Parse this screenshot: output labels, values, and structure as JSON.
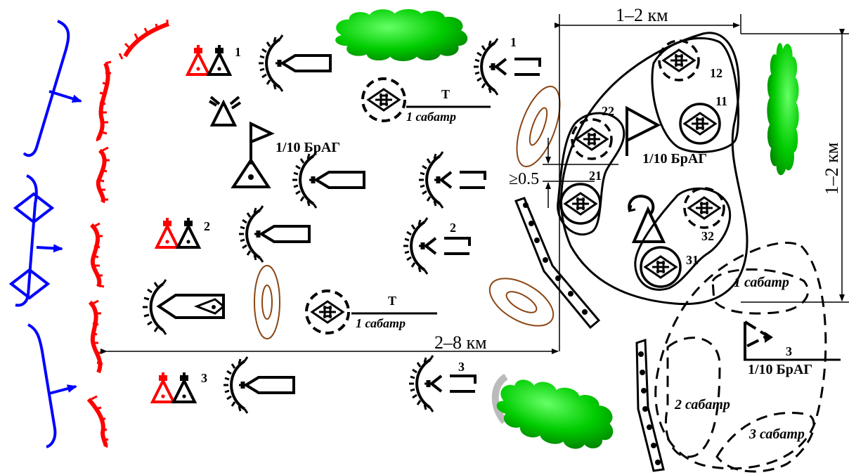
{
  "colors": {
    "own": "#0000ff",
    "enemy": "#ff0000",
    "black": "#000000",
    "forest": "#00cc00",
    "forest_shadow": "#666666",
    "terrain": "#8b4513"
  },
  "dimensions": {
    "top_width": "1–2 км",
    "right_height": "1–2 км",
    "front_depth": "2–8 км",
    "min_gap": "≥0.5"
  },
  "group_numbers": {
    "n1": "1",
    "n2": "2",
    "n3": "3"
  },
  "unit_labels": {
    "flag_left": "1/10 БрАГ",
    "flag_right": "1/10 БрАГ",
    "flag_bottom_num": "3",
    "flag_bottom_unit": "1/10 БрАГ"
  },
  "battery_fraction_top": {
    "num": "Т",
    "den": "1 сабатр"
  },
  "battery_fraction_mid": {
    "num": "Т",
    "den": "1 сабатр"
  },
  "battery_numbers": {
    "b11": "11",
    "b12": "12",
    "b21": "21",
    "b22": "22",
    "b31": "31",
    "b32": "32"
  },
  "dashed_zones": {
    "z1": "1 сабатр",
    "z2": "2 сабатр",
    "z3": "3 сабатр"
  }
}
